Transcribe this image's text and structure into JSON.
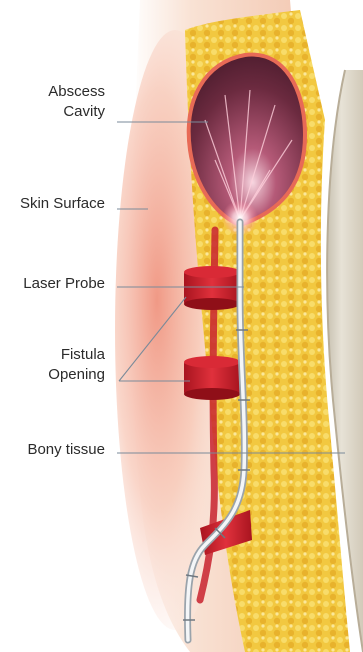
{
  "labels": {
    "abscess_line1": "Abscess",
    "abscess_line2": "Cavity",
    "skin_surface": "Skin Surface",
    "laser_probe": "Laser Probe",
    "fistula_line1": "Fistula",
    "fistula_line2": "Opening",
    "bony_tissue": "Bony tissue"
  },
  "colors": {
    "label_text": "#2b2b2b",
    "leader_line": "#7a8a99",
    "skin": "#f6d9c6",
    "fat": "#f0c23a",
    "muscle_red": "#c8222e",
    "abscess": "#6b2a3f",
    "bone": "#d9d3c4",
    "probe": "#e9ecef"
  }
}
